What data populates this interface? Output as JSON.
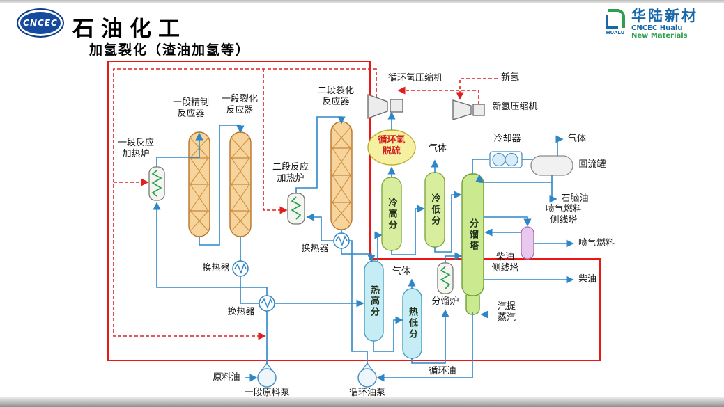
{
  "header": {
    "badge_text": "CNCEC",
    "brand_left": "石油化工",
    "brand_right": "华陆新材",
    "brand_right_sub1": "CNCEC Hualu",
    "brand_right_sub2": "New Materials",
    "brand_right_icon_text": "HUALU",
    "title": "加氢裂化（渣油加氢等）"
  },
  "labels": {
    "furnace1": "一段反应\n加热炉",
    "reactor1": "一段精制\n反应器",
    "reactor2": "一段裂化\n反应器",
    "reactor3": "二段裂化\n反应器",
    "furnace2": "二段反应\n加热炉",
    "recycle_h2_compressor": "循环氢压缩机",
    "new_h2": "新氢",
    "new_h2_compressor": "新氢压缩机",
    "desulfurization": "循环氢\n脱硫",
    "cooler": "冷却器",
    "gas_top_right": "气体",
    "reflux_drum": "回流罐",
    "naphtha": "石脑油",
    "jet_fuel_stripper": "喷气燃料\n侧线塔",
    "jet_fuel": "喷气燃料",
    "diesel_stripper": "柴油\n侧线塔",
    "diesel": "柴油",
    "gas_cold_lp": "气体",
    "gas_hot_lp": "气体",
    "cold_hp_separator": "冷高分",
    "cold_lp_separator": "冷低分",
    "fractionator": "分馏塔",
    "hot_hp_separator": "热高分",
    "hot_lp_separator": "热低分",
    "frac_furnace": "分馏炉",
    "stripping_steam": "汽提\n蒸汽",
    "hx1": "换热器",
    "hx2": "换热器",
    "hx3": "换热器",
    "feed_oil": "原料油",
    "feed_pump": "一段原料泵",
    "recycle_oil_pump": "循环油泵",
    "recycle_oil": "循环油"
  },
  "colors": {
    "line_blue": "#2d86c8",
    "line_red": "#e02020",
    "border_red": "#ee1515",
    "reactor_fill": "#f7d49c",
    "green_fill": "#d8ed9e",
    "cyan_fill": "#c6edf5",
    "pink_fill": "#e8c8ec",
    "yellow_fill": "#f6f0a2"
  }
}
